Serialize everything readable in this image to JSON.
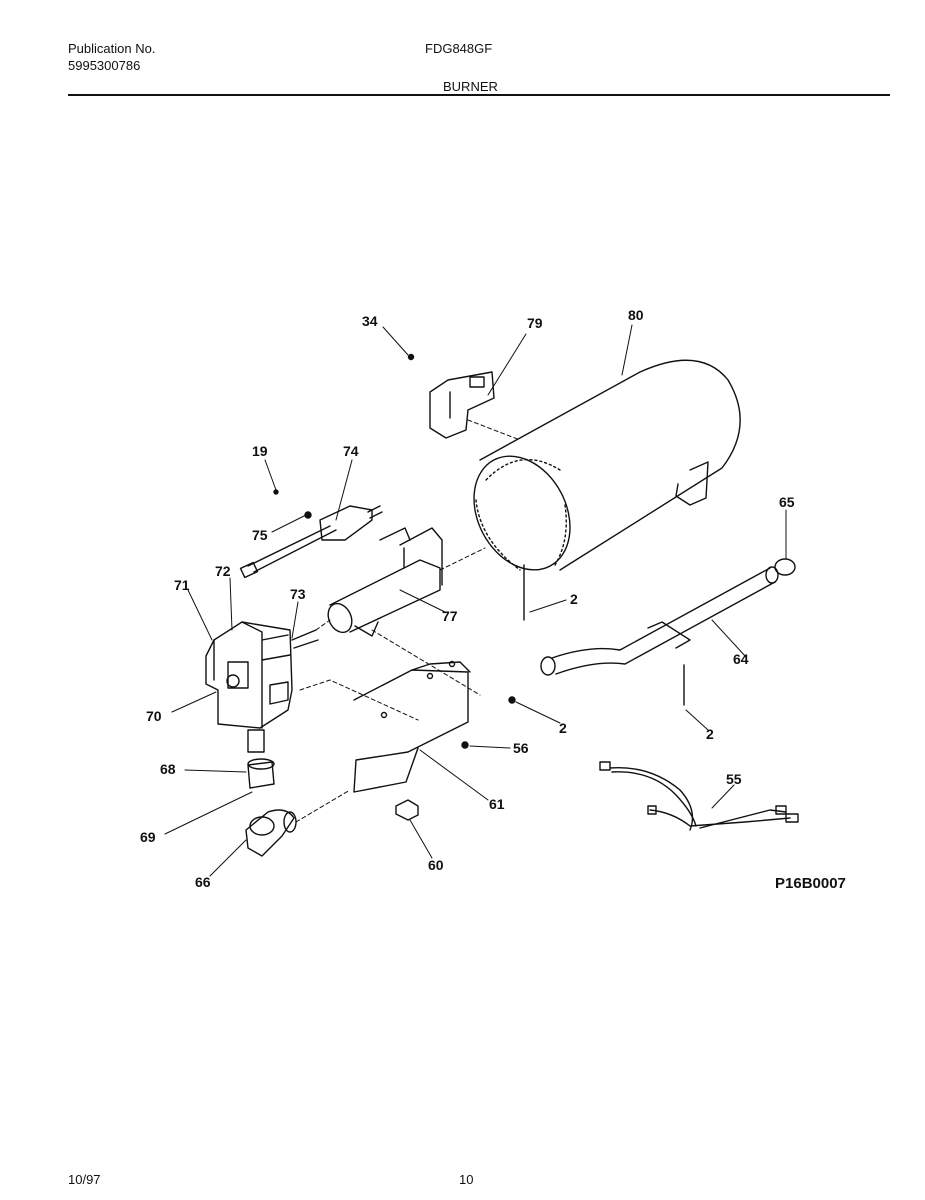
{
  "header": {
    "publication_label": "Publication No.",
    "publication_number": "5995300786",
    "model": "FDG848GF",
    "section": "BURNER"
  },
  "diagram": {
    "code": "P16B0007",
    "callouts": [
      "34",
      "79",
      "80",
      "19",
      "74",
      "75",
      "71",
      "72",
      "73",
      "77",
      "2",
      "65",
      "64",
      "70",
      "56",
      "68",
      "61",
      "69",
      "66",
      "60",
      "55"
    ]
  },
  "footer": {
    "date": "10/97",
    "page": "10"
  }
}
